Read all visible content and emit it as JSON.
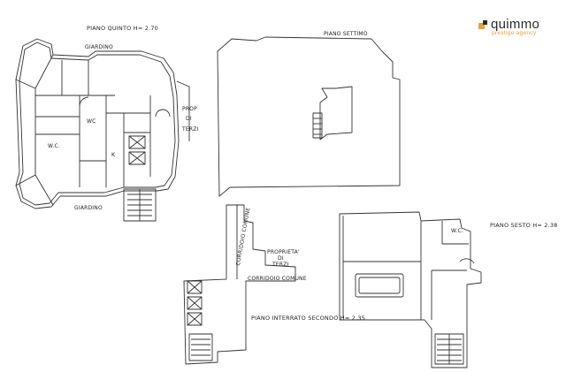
{
  "brand": {
    "name": "quimmo",
    "tagline": "prestige agency",
    "accent_color": "#e2a23b",
    "mark_color": "#e2a23b"
  },
  "labels": {
    "piano_quinto": "PIANO QUINTO H= 2.70",
    "giardino_top": "GIARDINO",
    "giardino_bottom": "GIARDINO",
    "prop_1": "PROP",
    "prop_2": "DI",
    "prop_3": "TERZI",
    "wc_1": "WC",
    "wc_2": "W.C.",
    "k": "K",
    "piano_settimo": "PIANO SETTIMO",
    "corridoio_v": "CORRIDOIO COMUNE",
    "corridoio_h": "CORRIDOIO COMUNE",
    "proprieta_1": "PROPRIETA'",
    "proprieta_2": "DI",
    "proprieta_3": "TERZI",
    "piano_interrato": "PIANO INTERRATO SECONDO H= 2.35",
    "piano_sesto": "PIANO SESTO H= 2.38",
    "wc_3": "W.C."
  }
}
